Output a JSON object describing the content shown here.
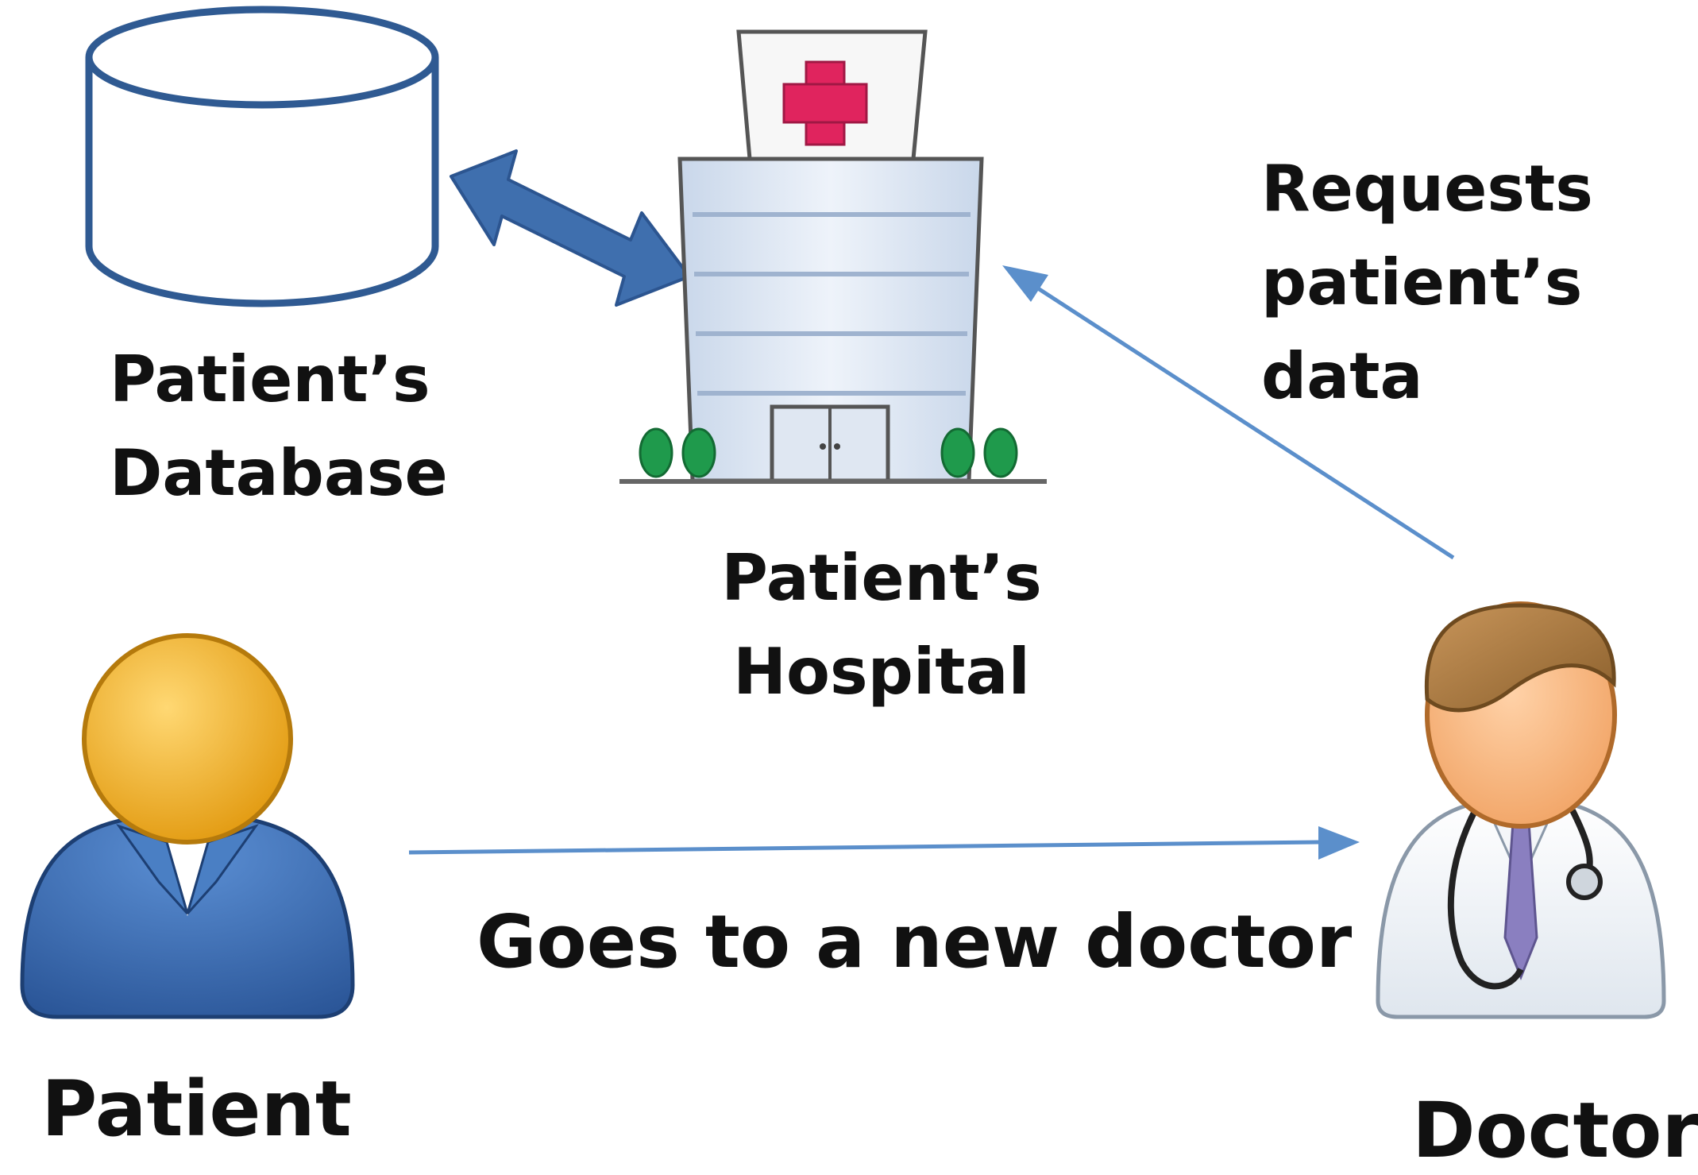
{
  "nodes": {
    "database": {
      "label_line1": "Patient’s",
      "label_line2": "Database",
      "icon": "database-cylinder-icon"
    },
    "hospital": {
      "label_line1": "Patient’s",
      "label_line2": "Hospital",
      "icon": "hospital-building-icon"
    },
    "patient": {
      "label": "Patient",
      "icon": "patient-person-icon"
    },
    "doctor": {
      "label": "Doctor",
      "icon": "doctor-person-icon"
    }
  },
  "edges": {
    "db_hospital": {
      "type": "bidirectional"
    },
    "doctor_to_hospital": {
      "label_line1": "Requests",
      "label_line2": "patient’s",
      "label_line3": "data"
    },
    "patient_to_doctor": {
      "label": "Goes to a new doctor"
    }
  },
  "colors": {
    "db_stroke": "#2f5a92",
    "bidir_arrow": "#3f6fae",
    "thin_arrow": "#5b8fcb",
    "cross": "#e0245e",
    "patient_head": "#f0a81a",
    "patient_body": "#3c6fb3",
    "doctor_hair": "#a8773a",
    "doctor_skin": "#f6b17c",
    "tree": "#1f9a4c"
  }
}
